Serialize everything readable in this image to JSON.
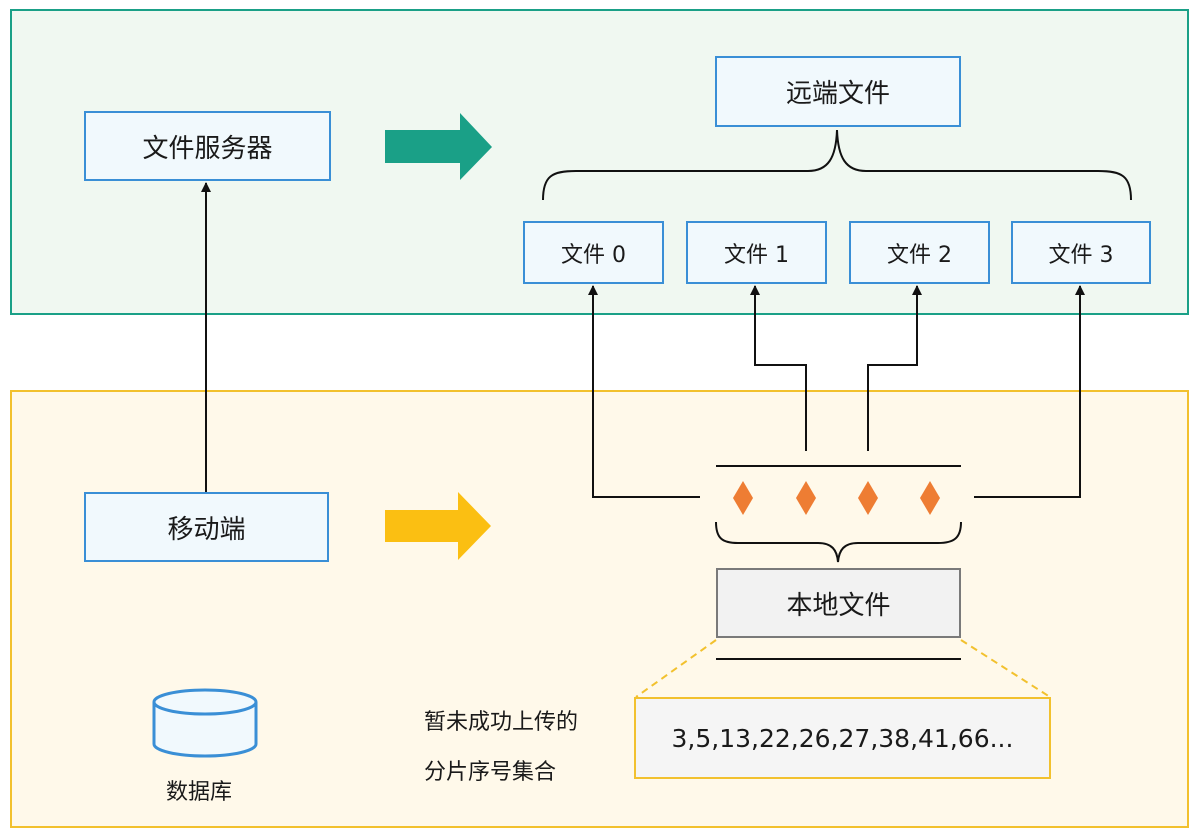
{
  "server_side": {
    "file_server": "文件服务器",
    "remote_file": "远端文件",
    "remote_files": [
      "文件 0",
      "文件 1",
      "文件 2",
      "文件 3"
    ]
  },
  "client_side": {
    "mobile": "移动端",
    "local_file": "本地文件",
    "database": "数据库",
    "pending_label_line1": "暂未成功上传的",
    "pending_label_line2": "分片序号集合",
    "pending_indices": "3,5,13,22,26,27,38,41,66..."
  },
  "colors": {
    "server_region_border": "#1aa087",
    "server_region_fill": "#f0f8f1",
    "client_region_border": "#f2c12e",
    "client_region_fill": "#fff9ea",
    "node_border": "#3a8fd6",
    "fragment": "#ee7d33"
  }
}
